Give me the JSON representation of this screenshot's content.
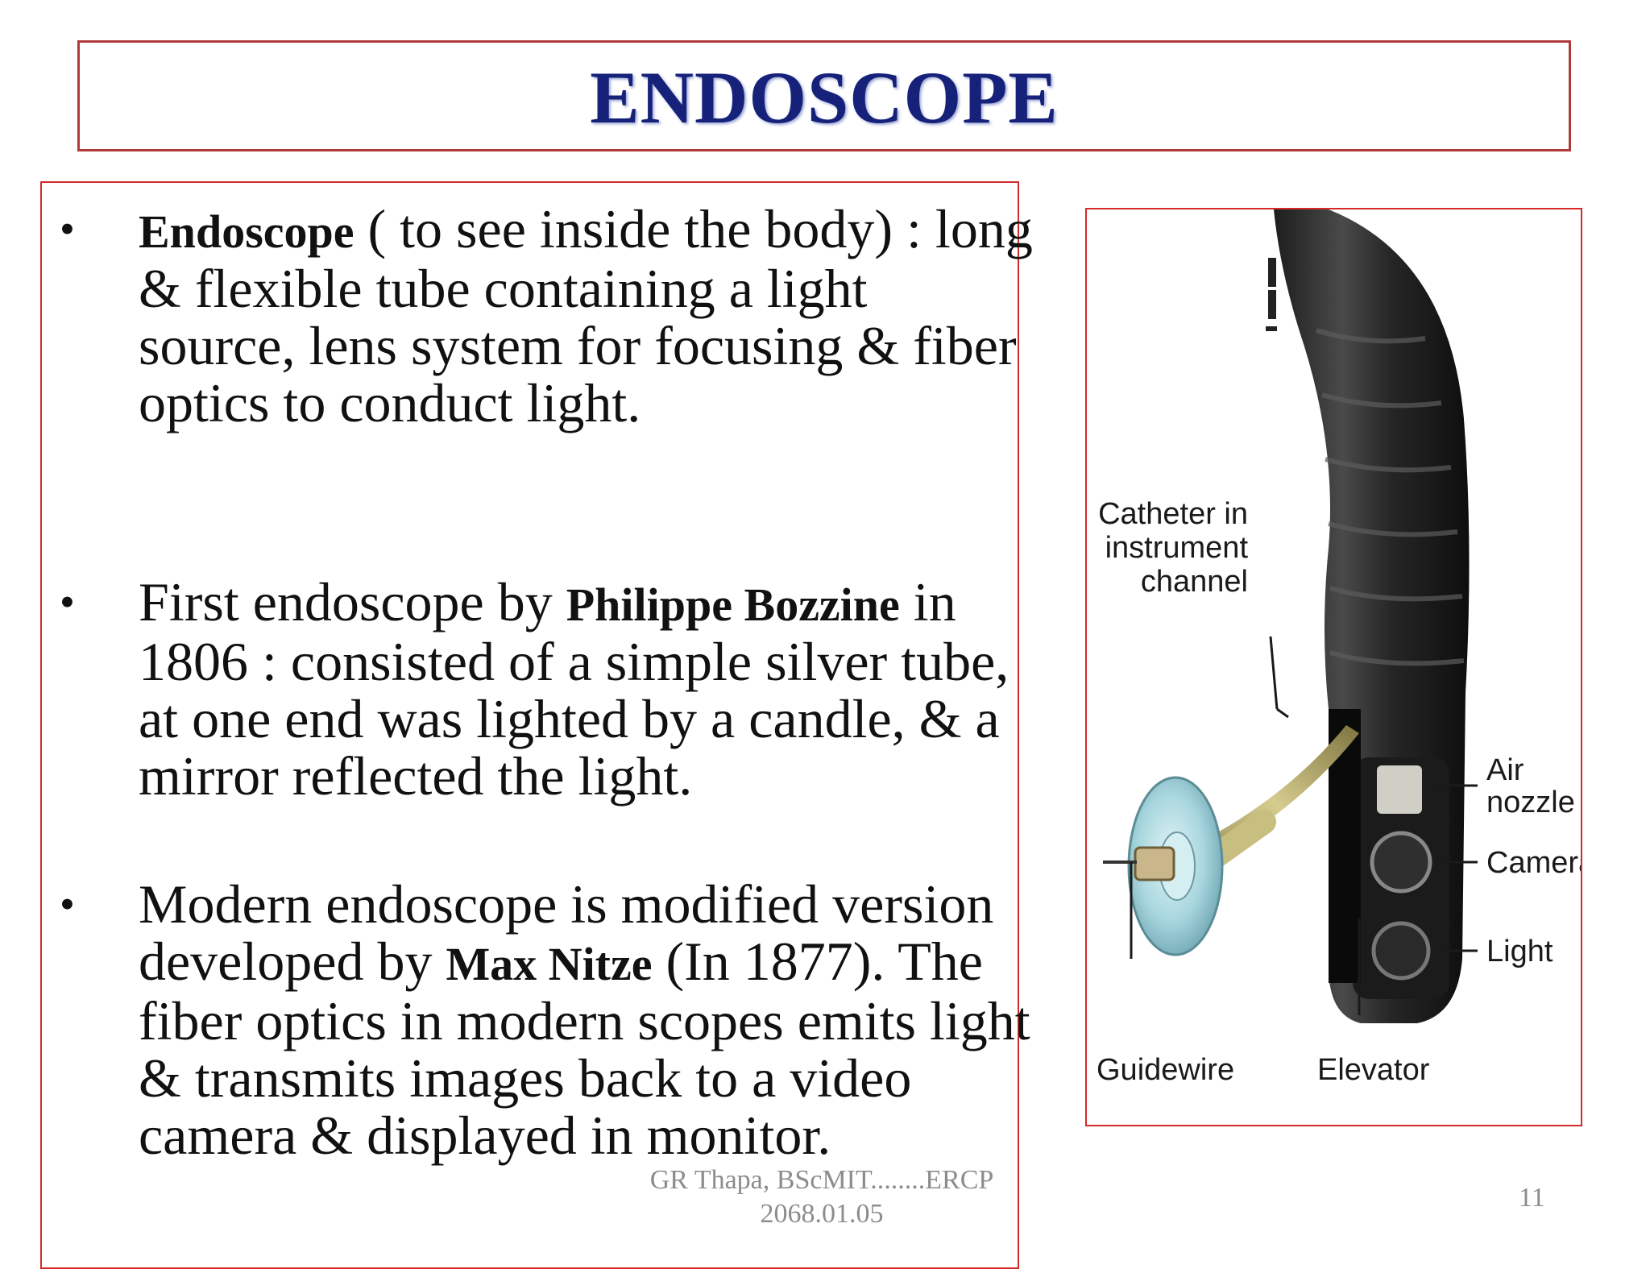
{
  "title": "ENDOSCOPE",
  "bullets": [
    {
      "bold_lead": "Endoscope",
      "text": " ( to see inside the body) : long  & flexible  tube containing  a light source,  lens system  for  focusing  &  fiber optics  to  conduct  light."
    },
    {
      "text_before": "First  endoscope by ",
      "bold": "Philippe Bozzine",
      "text_after": " in 1806 : consisted of a simple silver tube, at one end was lighted by a candle, & a mirror reflected the light."
    },
    {
      "text_before": "Modern  endoscope  is modified version  developed by ",
      "bold": "Max Nitze",
      "text_after": " (In 1877). The fiber optics in modern  scopes  emits light & transmits images back to a video camera  & displayed in monitor."
    }
  ],
  "figure": {
    "labels": {
      "catheter_line1": "Catheter in",
      "catheter_line2": "instrument",
      "catheter_line3": "channel",
      "air_line1": "Air",
      "air_line2": "nozzle",
      "camera": "Camera",
      "light": "Light",
      "guidewire": "Guidewire",
      "elevator": "Elevator"
    }
  },
  "footer": {
    "author_line1": "GR Thapa, BScMIT........ERCP",
    "author_line2": "2068.01.05",
    "page_number": "11"
  }
}
